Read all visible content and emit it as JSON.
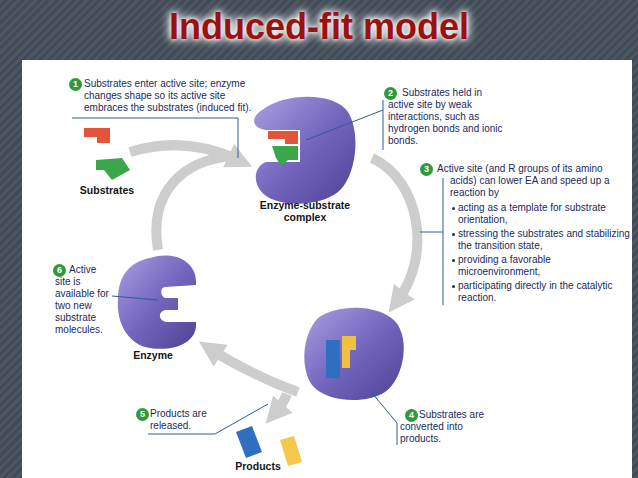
{
  "diagram": {
    "title": "Induced-fit model",
    "labels": [
      "1",
      "Substrates enter active site; enzyme changes shape so its active site embraces the substrates (induced fit).",
      "Substrates",
      "2",
      "Substrates held in active site by weak interactions, such as hydrogen bonds and ionic bonds.",
      "Enzyme-substrate complex",
      "3",
      "Active site (and R groups of its amino acids) can lower EA and speed up a reaction by",
      "acting as a template for substrate orientation,",
      "stressing the substrates and stabilizing the transition state,",
      "providing a favorable microenvironment,",
      "participating directly in the catalytic reaction.",
      "4",
      "Substrates are converted into products.",
      "5",
      "Products are released.",
      "Products",
      "6",
      "Active site is available for two new substrate molecules.",
      "Enzyme"
    ]
  }
}
